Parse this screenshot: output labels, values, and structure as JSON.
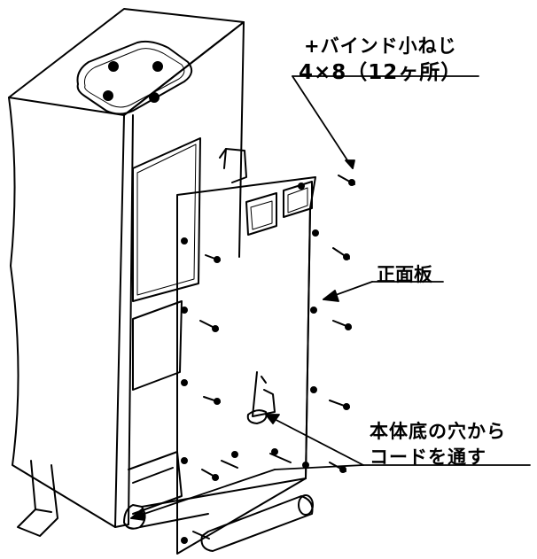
{
  "callouts": {
    "screw_name": "+バインド小ねじ",
    "screw_spec": "4×8（12ヶ所）",
    "front_panel": "正面板",
    "cord_line1": "本体底の穴から",
    "cord_line2": "コードを通す"
  },
  "colors": {
    "line": "#000000",
    "background": "#ffffff"
  }
}
